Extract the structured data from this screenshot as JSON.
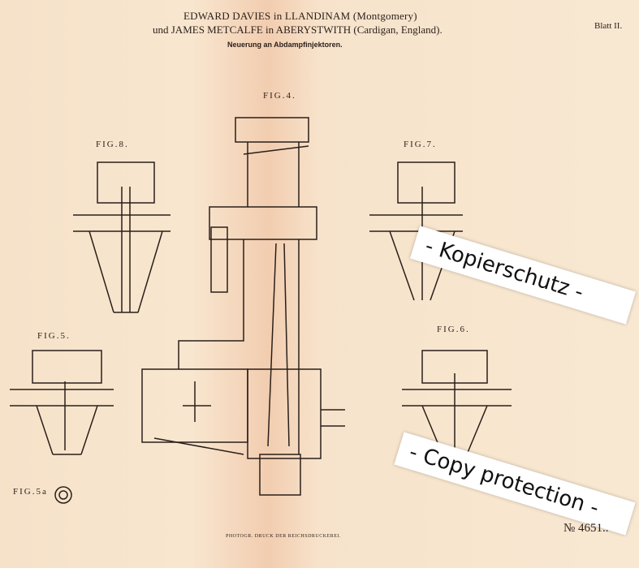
{
  "header": {
    "line1": "EDWARD DAVIES in LLANDINAM (Montgomery)",
    "line2": "und JAMES METCALFE in ABERYSTWITH (Cardigan, England).",
    "subtitle": "Neuerung an Abdampfinjektoren.",
    "sheet": "Blatt II."
  },
  "figures": {
    "fig4": "FIG.4.",
    "fig8": "FIG.8.",
    "fig7": "FIG.7.",
    "fig5": "FIG.5.",
    "fig6": "FIG.6.",
    "fig5a": "FIG.5a"
  },
  "footer": {
    "printer": "PHOTOGR. DRUCK DER REICHSDRUCKEREI.",
    "patent_number": "№ 4651.."
  },
  "watermarks": {
    "kopierschutz": "- Kopierschutz -",
    "copy_protection": "- Copy protection -"
  }
}
